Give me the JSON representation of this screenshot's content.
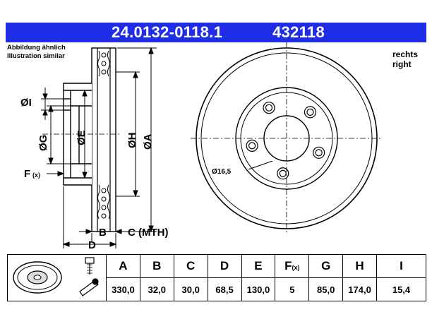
{
  "header": {
    "part_number": "24.0132-0118.1",
    "ref_number": "432118"
  },
  "note": {
    "line1": "Abbildung ähnlich",
    "line2": "Illustration similar"
  },
  "side": {
    "line1": "rechts",
    "line2": "right"
  },
  "dimension_labels": {
    "I": "ØI",
    "G": "ØG",
    "E": "ØE",
    "H": "ØH",
    "A": "ØA",
    "F": "F",
    "F_sub": "(x)",
    "B": "B",
    "C": "C (MTH)",
    "D": "D",
    "bolt_hole": "Ø16,5"
  },
  "table": {
    "headers": [
      "A",
      "B",
      "C",
      "D",
      "E",
      "F",
      "G",
      "H",
      "I"
    ],
    "f_sub": "(x)",
    "values": [
      "330,0",
      "32,0",
      "30,0",
      "68,5",
      "130,0",
      "5",
      "85,0",
      "174,0",
      "15,4"
    ]
  },
  "icons": [
    "brake-disc-icon",
    "bolt-icon",
    "torque-wrench-icon"
  ],
  "colors": {
    "header_bg": "#1f2ee6",
    "header_text": "#ffffff",
    "line": "#000000"
  }
}
